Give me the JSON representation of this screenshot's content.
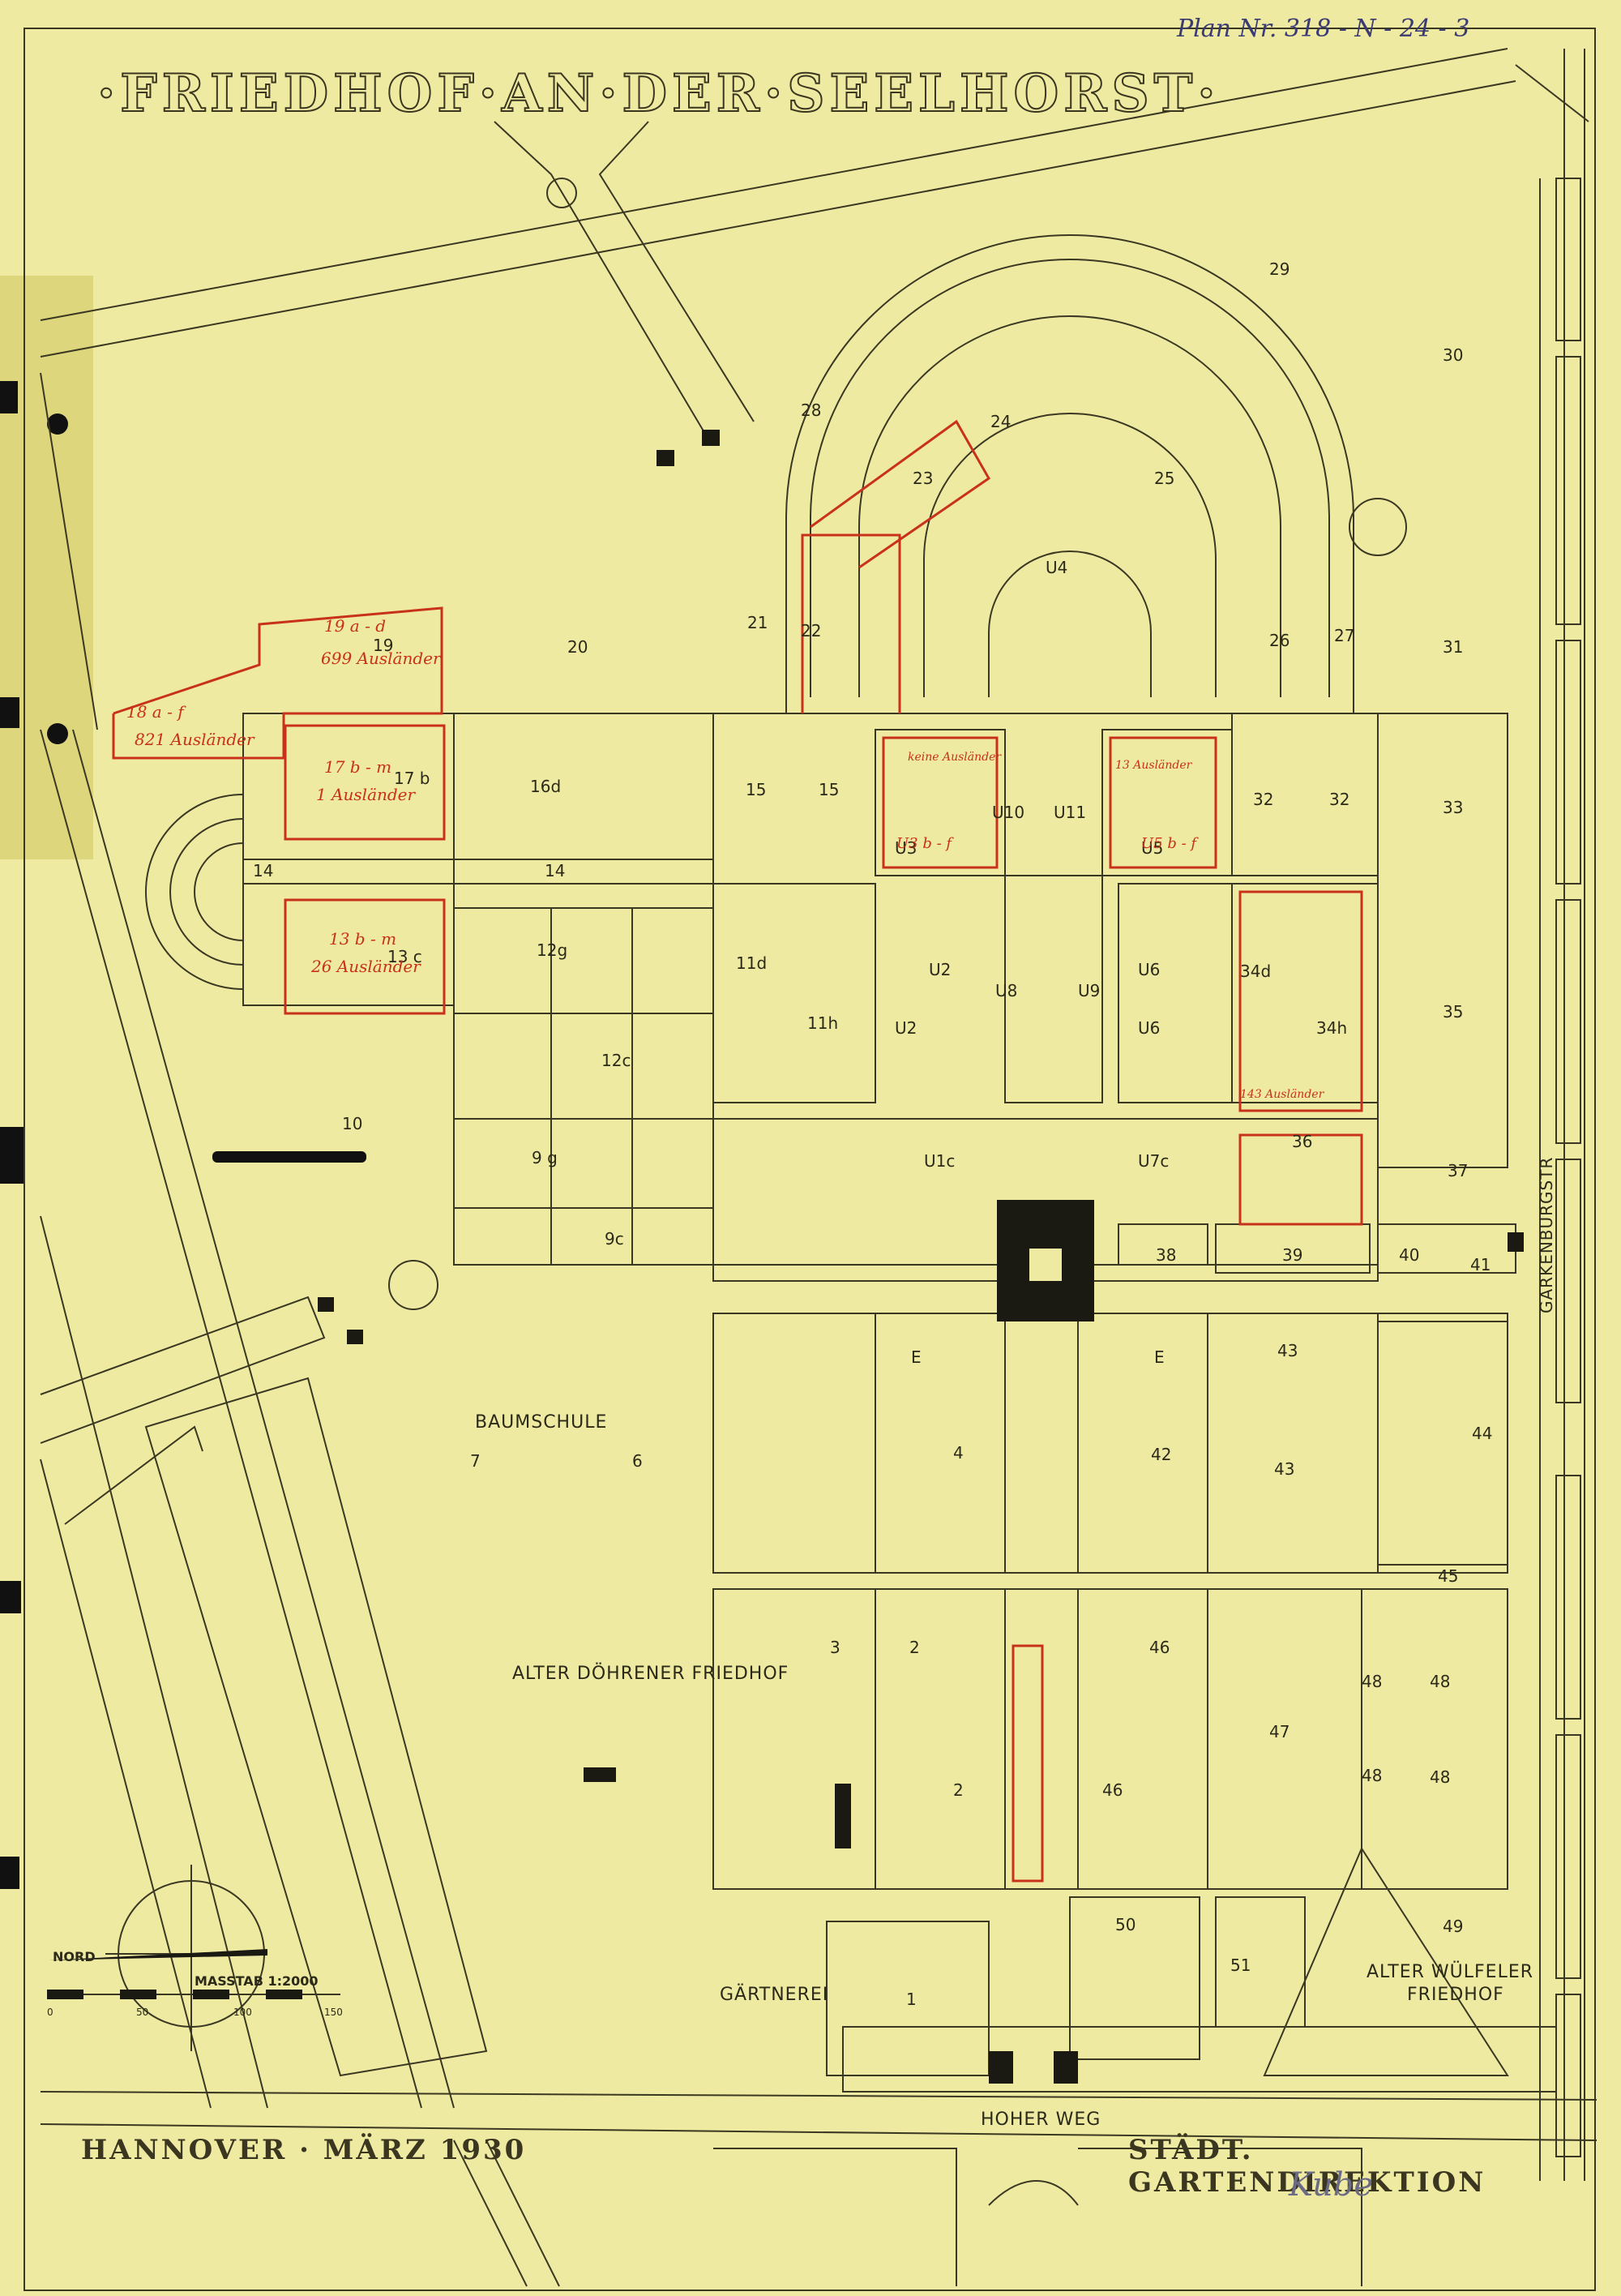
{
  "title": "·FRIEDHOF·AN·DER·SEELHORST·",
  "plan_number": "Plan Nr. 318 - N - 24 - 3",
  "footer": {
    "city_date": "HANNOVER · MÄRZ 1930",
    "office": "STÄDT. GARTENDIREKTION",
    "signature": "Kube"
  },
  "legend": {
    "north": "NORD",
    "scale": "MASSTAB  1:2000",
    "scale_ticks": [
      "0",
      "50",
      "100",
      "150"
    ]
  },
  "place_labels": {
    "baumschule": "BAUMSCHULE",
    "alter_doehrener": "ALTER DÖHRENER FRIEDHOF",
    "gaertnerei": "GÄRTNEREI",
    "alter_wuelfeler_1": "ALTER WÜLFELER",
    "alter_wuelfeler_2": "FRIEDHOF",
    "hoher_weg": "HOHER WEG",
    "garkenburgstr": "GARKENBURGSTR"
  },
  "section_numbers": [
    "1",
    "2",
    "3",
    "4",
    "6",
    "7",
    "9",
    "10",
    "11",
    "12",
    "13",
    "14",
    "15",
    "16",
    "17",
    "19",
    "20",
    "21",
    "22",
    "23",
    "24",
    "25",
    "26",
    "27",
    "28",
    "29",
    "30",
    "31",
    "32",
    "33",
    "34",
    "35",
    "36",
    "37",
    "38",
    "39",
    "40",
    "41",
    "42",
    "43",
    "44",
    "45",
    "46",
    "47",
    "48",
    "49",
    "50",
    "51",
    "U1",
    "U2",
    "U3",
    "U4",
    "U5",
    "U6",
    "U7",
    "U8",
    "U9",
    "U10",
    "U11"
  ],
  "plot_labels": [
    {
      "text": "29"
    },
    {
      "text": "30"
    },
    {
      "text": "31"
    },
    {
      "text": "33"
    },
    {
      "text": "35"
    },
    {
      "text": "37"
    },
    {
      "text": "28"
    },
    {
      "text": "20"
    },
    {
      "text": "19"
    },
    {
      "text": "10"
    },
    {
      "text": "7"
    },
    {
      "text": "6"
    },
    {
      "text": "14"
    },
    {
      "text": "14"
    },
    {
      "text": "15"
    },
    {
      "text": "15"
    },
    {
      "text": "16d"
    },
    {
      "text": "17 b"
    },
    {
      "text": "13 c"
    },
    {
      "text": "12g"
    },
    {
      "text": "12c"
    },
    {
      "text": "11d"
    },
    {
      "text": "11h"
    },
    {
      "text": "9 g"
    },
    {
      "text": "9c"
    },
    {
      "text": "U2"
    },
    {
      "text": "U2"
    },
    {
      "text": "U3"
    },
    {
      "text": "U4"
    },
    {
      "text": "U5"
    },
    {
      "text": "U6"
    },
    {
      "text": "U6"
    },
    {
      "text": "U8"
    },
    {
      "text": "U9"
    },
    {
      "text": "U10"
    },
    {
      "text": "U11"
    },
    {
      "text": "U1c"
    },
    {
      "text": "U7c"
    },
    {
      "text": "21"
    },
    {
      "text": "22"
    },
    {
      "text": "23"
    },
    {
      "text": "24"
    },
    {
      "text": "25"
    },
    {
      "text": "26"
    },
    {
      "text": "27"
    },
    {
      "text": "32"
    },
    {
      "text": "32"
    },
    {
      "text": "34d"
    },
    {
      "text": "34h"
    },
    {
      "text": "36"
    },
    {
      "text": "38"
    },
    {
      "text": "39"
    },
    {
      "text": "40"
    },
    {
      "text": "41"
    },
    {
      "text": "E"
    },
    {
      "text": "E"
    },
    {
      "text": "4"
    },
    {
      "text": "42"
    },
    {
      "text": "43"
    },
    {
      "text": "43"
    },
    {
      "text": "44"
    },
    {
      "text": "45"
    },
    {
      "text": "3"
    },
    {
      "text": "2"
    },
    {
      "text": "2"
    },
    {
      "text": "46"
    },
    {
      "text": "46"
    },
    {
      "text": "47"
    },
    {
      "text": "48"
    },
    {
      "text": "48"
    },
    {
      "text": "48"
    },
    {
      "text": "48"
    },
    {
      "text": "50"
    },
    {
      "text": "51"
    },
    {
      "text": "49"
    },
    {
      "text": "1"
    }
  ],
  "red_annotations": [
    {
      "text": "19 a - d"
    },
    {
      "text": "699 Ausländer"
    },
    {
      "text": "18 a - f"
    },
    {
      "text": "821 Ausländer"
    },
    {
      "text": "17 b - m"
    },
    {
      "text": "1 Ausländer"
    },
    {
      "text": "13 b - m"
    },
    {
      "text": "26 Ausländer"
    },
    {
      "text": "keine Ausländer"
    },
    {
      "text": "13 Ausländer"
    },
    {
      "text": "143 Ausländer"
    },
    {
      "text": "U3 b - f"
    },
    {
      "text": "U5 b - f"
    }
  ],
  "colors": {
    "paper": "#efeaa2",
    "ink": "#2b2a18",
    "red_pencil": "#c8311c",
    "blue_pencil": "#3b3b74"
  }
}
